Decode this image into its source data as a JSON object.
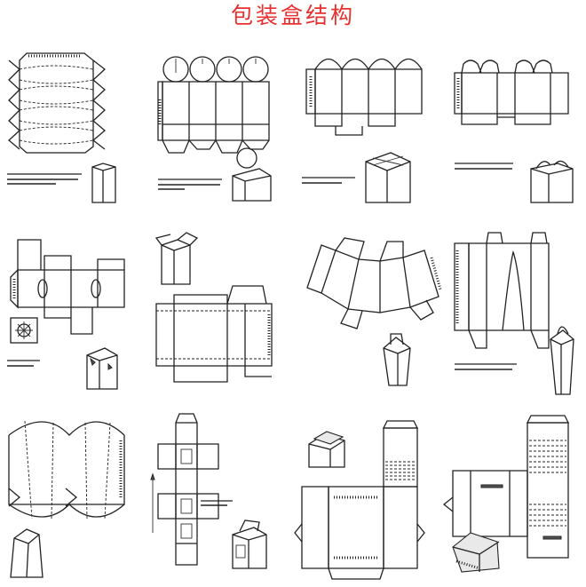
{
  "page": {
    "title": "包装盒结构",
    "title_color": "#e8312f"
  },
  "panels": [
    {
      "id": "pillow-box-chain"
    },
    {
      "id": "round-top-tab-box"
    },
    {
      "id": "scalloped-lid-box"
    },
    {
      "id": "handle-carry-box"
    },
    {
      "id": "window-display-box"
    },
    {
      "id": "tuck-end-carton"
    },
    {
      "id": "fan-wrap-box"
    },
    {
      "id": "tapered-pouch-box"
    },
    {
      "id": "pillow-pouch"
    },
    {
      "id": "tall-window-column"
    },
    {
      "id": "hinged-lid-case"
    },
    {
      "id": "hinged-lid-carton"
    }
  ]
}
